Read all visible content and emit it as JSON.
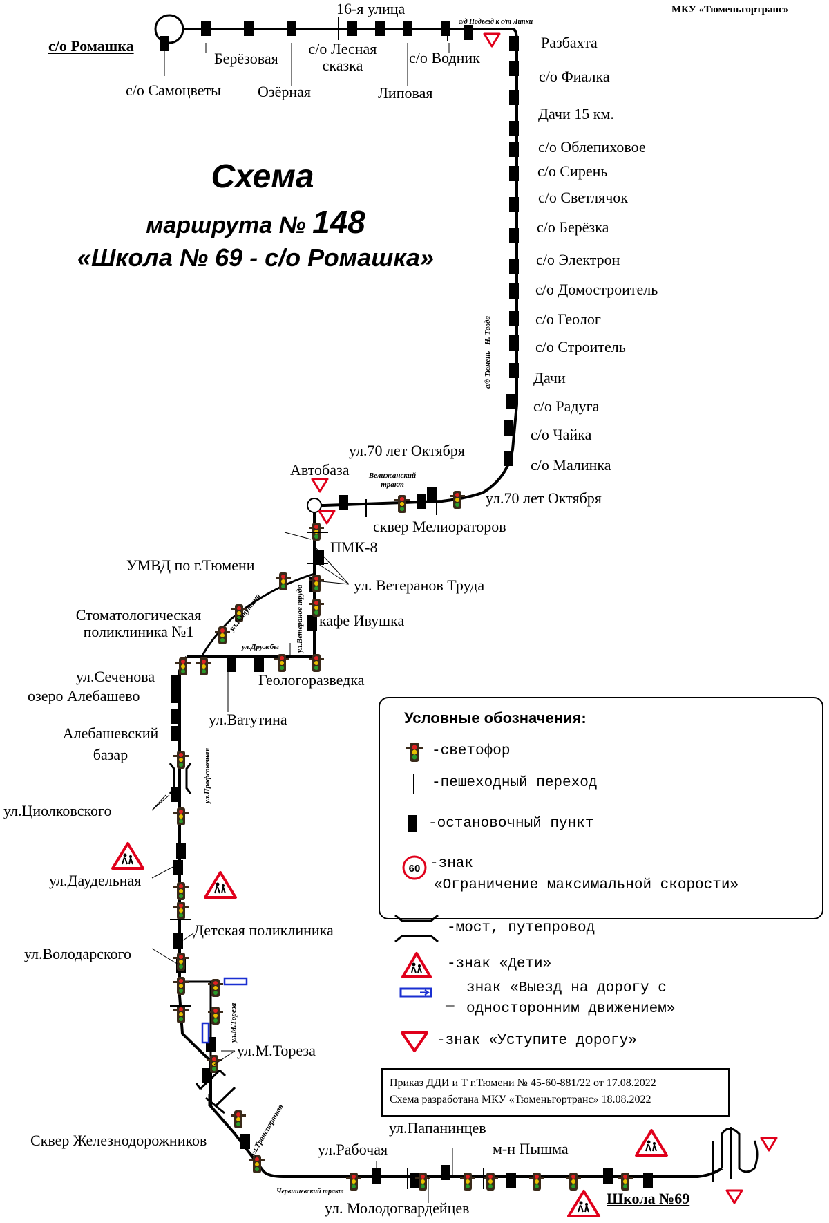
{
  "organization": "МКУ «Тюменьгортранс»",
  "title": {
    "line1": "Схема",
    "line2_prefix": "маршрута №",
    "line2_number": "148",
    "line3": "«Школа  № 69 - с/о Ромашка»"
  },
  "terminal_top": "с/о Ромашка",
  "terminal_bottom": "Школа №69",
  "stops": {
    "samotsvety": "с/о Самоцветы",
    "berezovaya": "Берёзовая",
    "ozernaya": "Озёрная",
    "lesnaya_skazka": "с/о Лесная\nсказка",
    "street16": "16-я улица",
    "lipovaya": "Липовая",
    "vodnik": "с/о Водник",
    "razbakhta": "Разбахта",
    "fialka": "с/о Фиалка",
    "dachi15": "Дачи 15 км.",
    "oblepikhovoe": "с/о Облепиховое",
    "siren": "с/о Сирень",
    "svetlyachok": "с/о Светлячок",
    "berezka": "с/о Берёзка",
    "elektron": "с/о Электрон",
    "domostroitel": "с/о Домостроитель",
    "geolog": "с/о Геолог",
    "stroitel": "с/о Строитель",
    "dachi": "Дачи",
    "raduga": "с/о Радуга",
    "chayka": "с/о Чайка",
    "malinka": "с/о Малинка",
    "oktyabrya_right": "ул.70 лет Октября",
    "oktyabrya_top": "ул.70 лет Октября",
    "avtobaza": "Автобаза",
    "skver_melioratorov": "сквер Мелиораторов",
    "pmk8": "ПМК-8",
    "umvd": "УМВД по г.Тюмени",
    "veteranov": "ул. Ветеранов Труда",
    "ivushka": "кафе Ивушка",
    "stomat": "Стоматологическая\nполиклиника №1",
    "geologorazvedka": "Геологоразведка",
    "vatutina": "ул.Ватутина",
    "sechenova": "ул.Сеченова",
    "alebashevo": "озеро Алебашево",
    "bazar": "Алебашевский\nбазар",
    "tsiolkovskogo": "ул.Циолковского",
    "daudelnaya": "ул.Даудельная",
    "det_poliklinika": "Детская поликлиника",
    "volodarskogo": "ул.Володарского",
    "toreza": "ул.М.Тореза",
    "skver_zhd": "Сквер Железнодорожников",
    "rabochaya": "ул.Рабочая",
    "papanintsev": "ул.Папанинцев",
    "pyshma": "м-н Пышма",
    "molodogvardeytsev": "ул. Молодогвардейцев"
  },
  "road_labels": {
    "podezd": "а/д Подъезд к с/т Липки",
    "tyumen_tavda": "а/д Тюмень - Н. Тавда",
    "velizhansky": "Велижанский\nтракт",
    "vatutina_road": "ул.Ватутина",
    "veteranov_road": "ул.Ветеранов труда",
    "druzhby": "ул.Дружбы",
    "profsoyuznaya": "ул.Профсоюзная",
    "toreza_road": "ул.М.Тореза",
    "transportnaya": "ул.Транспортная",
    "chervishevsky": "Червишевский тракт"
  },
  "legend": {
    "heading": "Условные обозначения:",
    "traffic_light": "-светофор",
    "crossing": "-пешеходный переход",
    "stop": "-остановочный пункт",
    "speed_value": "60",
    "speed_line1": "-знак",
    "speed_line2": "«Ограничение максимальной скорости»",
    "bridge": "-мост, путепровод",
    "children": "-знак «Дети»",
    "oneway_line1": "знак «Выезд на дорогу с",
    "oneway_line2": "односторонним движением»",
    "yield": "-знак «Уступите дорогу»"
  },
  "order": {
    "line1": "Приказ ДДИ и Т г.Тюмени № 45-60-881/22 от 17.08.2022",
    "line2": "Схема разработана МКУ «Тюменьгортранс» 18.08.2022"
  },
  "colors": {
    "route": "#000000",
    "sign_red": "#e0001b",
    "oneway_blue": "#1a2fd1",
    "light_body": "#3a2a1a",
    "light_red": "#d22",
    "light_yellow": "#e8c000",
    "light_green": "#2a9a2a"
  }
}
